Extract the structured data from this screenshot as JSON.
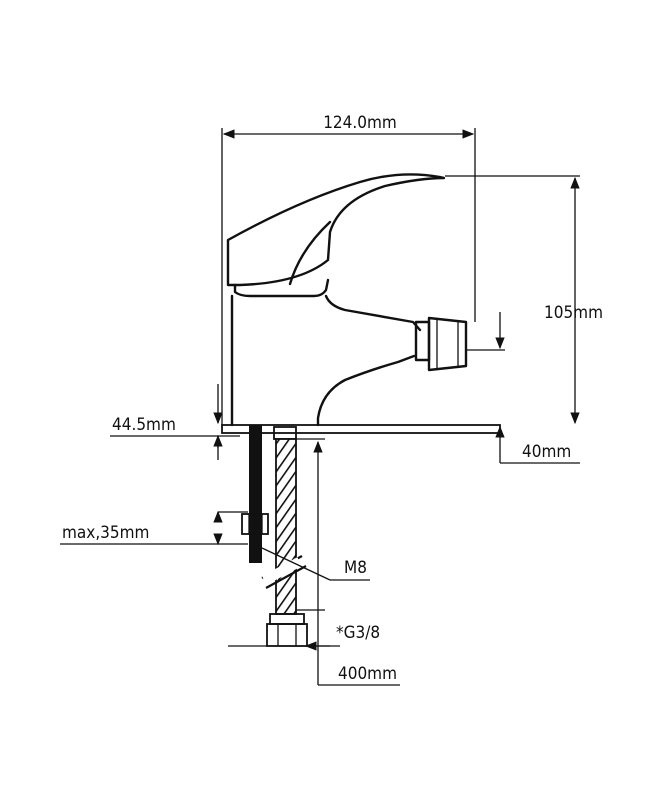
{
  "dimensions": {
    "width": "124.0mm",
    "height": "105mm",
    "deck_thickness": "44.5mm",
    "max_deck": "max,35mm",
    "thread": "M8",
    "connection": "*G3/8",
    "hose_length": "400mm",
    "spout_height": "40mm"
  }
}
